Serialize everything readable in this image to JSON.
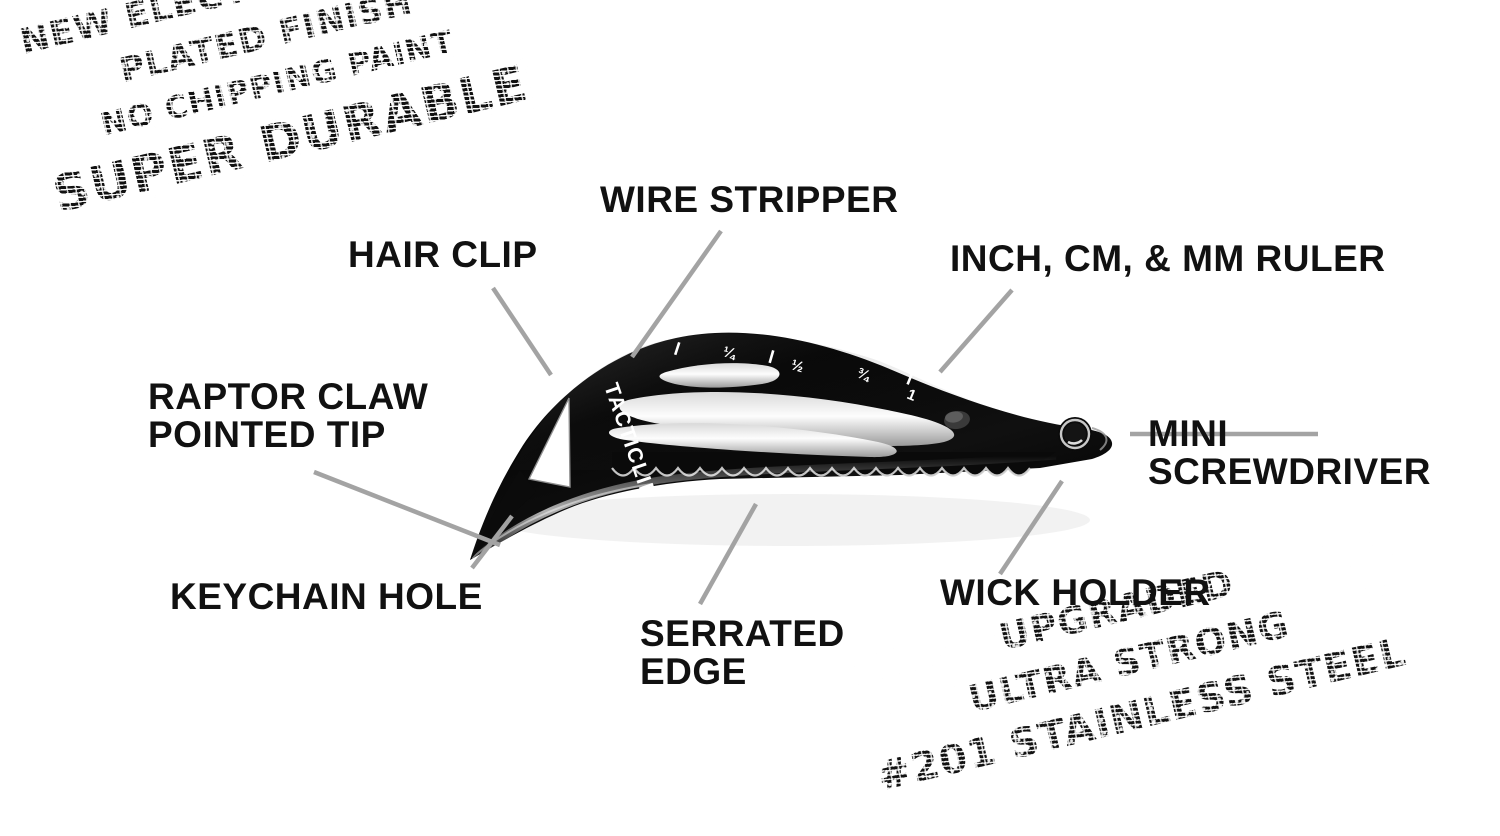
{
  "product": {
    "brand_engraving": "TACTICLIP",
    "ruler_marks": [
      "¼",
      "½",
      "¾",
      "1",
      "¼"
    ],
    "body_color": "#0a0a0a",
    "highlight_color": "#f2f2f2"
  },
  "colors": {
    "background": "#ffffff",
    "text": "#111111",
    "leader_line": "#a3a3a3",
    "stamp": "#111111"
  },
  "stamps": {
    "top_left": {
      "lines": [
        "NEW ELECTRO-VACUUM",
        "PLATED FINISH",
        "NO CHIPPING PAINT",
        "SUPER DURABLE"
      ]
    },
    "bottom_right": {
      "lines": [
        "UPGRADED",
        "ULTRA STRONG",
        "#201 STAINLESS STEEL"
      ]
    }
  },
  "callouts": [
    {
      "id": "hair-clip",
      "label": "HAIR CLIP"
    },
    {
      "id": "wire-stripper",
      "label": "WIRE STRIPPER"
    },
    {
      "id": "ruler",
      "label": "INCH, CM, & MM RULER"
    },
    {
      "id": "raptor-claw",
      "label": "RAPTOR CLAW\nPOINTED TIP"
    },
    {
      "id": "mini-screwdriver",
      "label": "MINI\nSCREWDRIVER"
    },
    {
      "id": "keychain-hole",
      "label": "KEYCHAIN HOLE"
    },
    {
      "id": "serrated-edge",
      "label": "SERRATED\nEDGE"
    },
    {
      "id": "wick-holder",
      "label": "WICK HOLDER"
    }
  ]
}
